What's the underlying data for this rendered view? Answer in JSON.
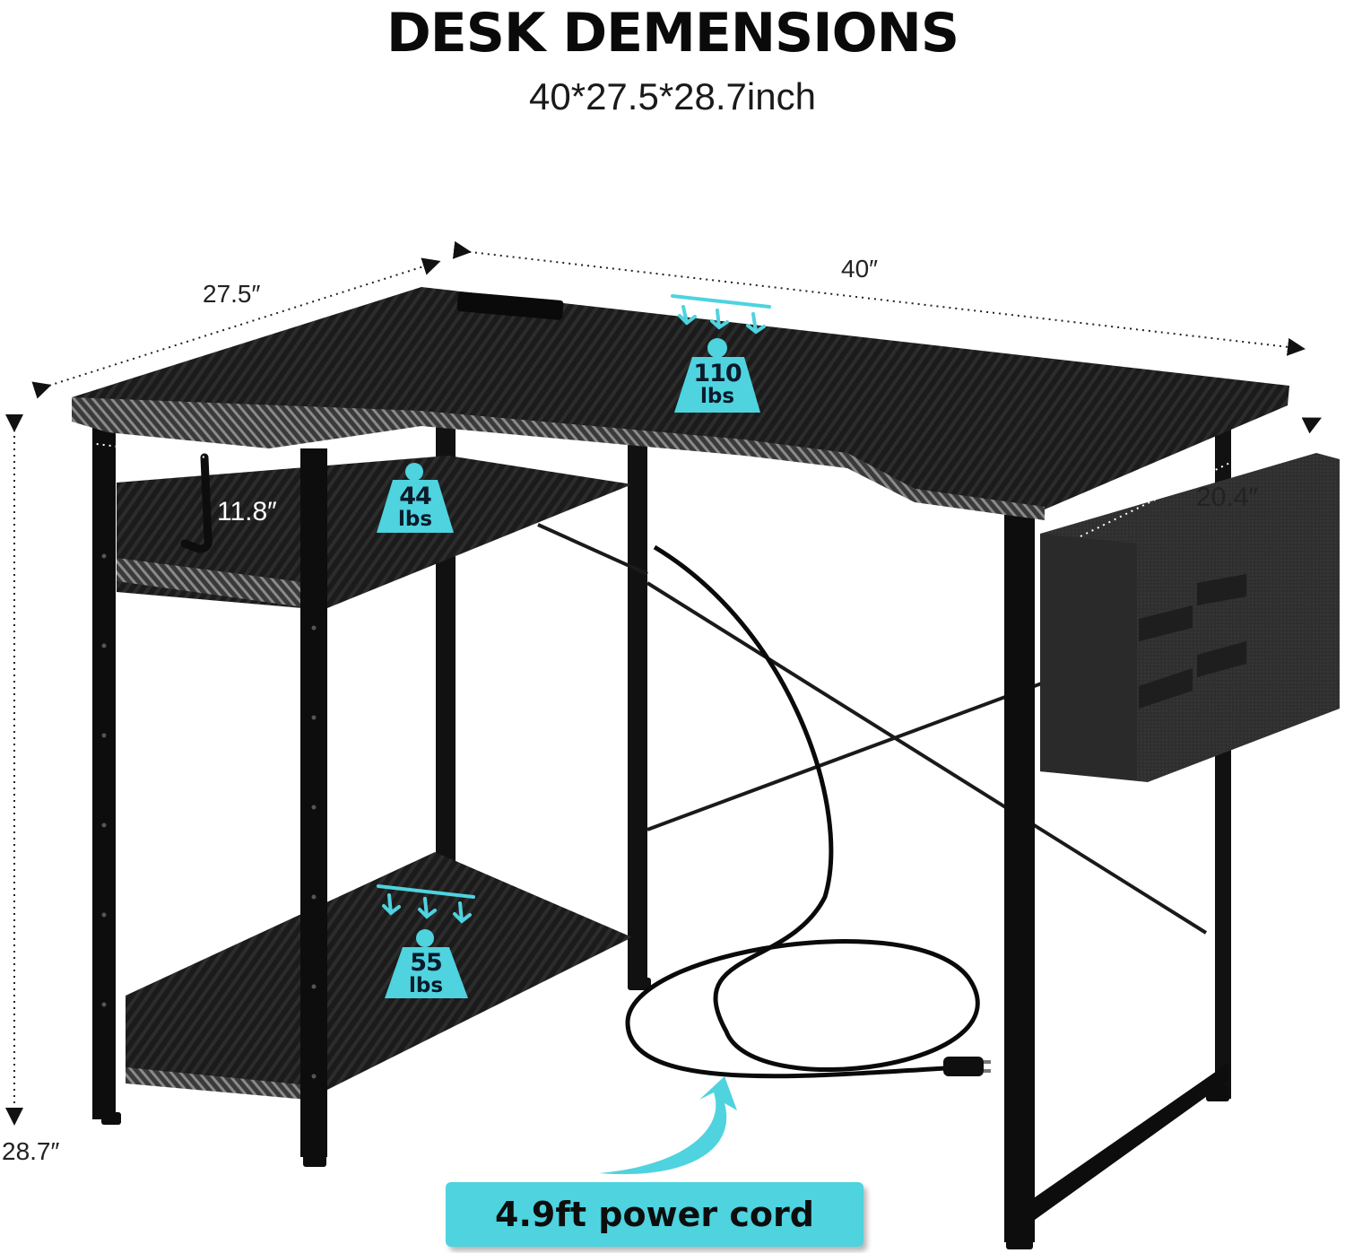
{
  "title": "DESK DEMENSIONS",
  "subtitle": "40*27.5*28.7inch",
  "dimensions": {
    "width": "40″",
    "depth": "27.5″",
    "height": "28.7″",
    "shelf_depth": "11.8″",
    "bag_width": "20.4″"
  },
  "capacities": [
    {
      "value": "110",
      "unit": "lbs"
    },
    {
      "value": "44",
      "unit": "lbs"
    },
    {
      "value": "55",
      "unit": "lbs"
    }
  ],
  "power_cord_label": "4.9ft power cord",
  "colors": {
    "accent": "#4ed3df",
    "desk": "#1c1c1c",
    "frame": "#0e0e0e",
    "bag": "#2e2e2e"
  }
}
